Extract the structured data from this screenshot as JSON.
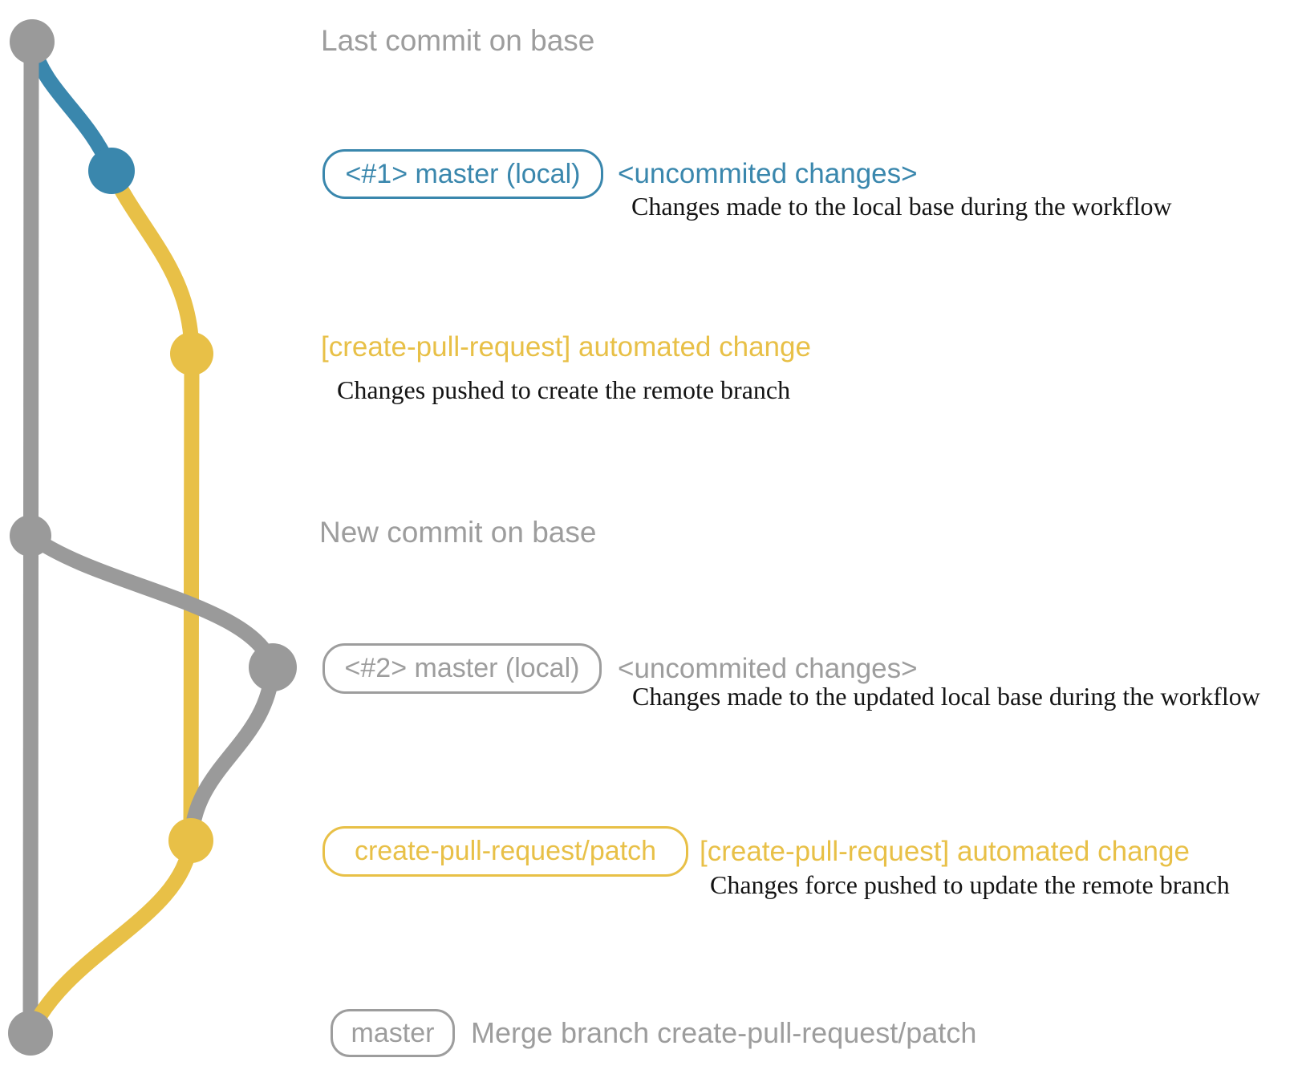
{
  "colors": {
    "gray": "#9a9a9a",
    "grayText": "#9d9d9d",
    "blue": "#3a87ad",
    "yellow": "#e8c047",
    "ink": "#141414",
    "background": "#ffffff"
  },
  "graph": {
    "branches": [
      {
        "name": "base",
        "color": "gray"
      },
      {
        "name": "master (local)",
        "color": "blue"
      },
      {
        "name": "create-pull-request/patch",
        "color": "yellow"
      }
    ],
    "commits": [
      {
        "name": "last-commit-on-base",
        "branch": "base",
        "color": "gray"
      },
      {
        "name": "uncommited-changes-1",
        "branch": "master (local)",
        "color": "blue"
      },
      {
        "name": "automated-change-1",
        "branch": "create-pull-request/patch",
        "color": "yellow"
      },
      {
        "name": "new-commit-on-base",
        "branch": "base",
        "color": "gray"
      },
      {
        "name": "uncommited-changes-2",
        "branch": "master (local)",
        "color": "gray"
      },
      {
        "name": "automated-change-2",
        "branch": "create-pull-request/patch",
        "color": "yellow"
      },
      {
        "name": "merge-commit",
        "branch": "base",
        "color": "gray"
      }
    ]
  },
  "annotations": {
    "lastCommit": "Last commit on base",
    "row1": {
      "badge": "<#1> master (local)",
      "title": "<uncommited changes>",
      "desc": "Changes made to the local base during the workflow"
    },
    "row2": {
      "title": "[create-pull-request] automated change",
      "desc": "Changes pushed to create the remote branch"
    },
    "newCommit": "New commit on base",
    "row3": {
      "badge": "<#2> master (local)",
      "title": "<uncommited changes>",
      "desc": "Changes made to the updated local base during the workflow"
    },
    "row4": {
      "badge": "create-pull-request/patch",
      "title": "[create-pull-request] automated change",
      "desc": "Changes force pushed to update the remote branch"
    },
    "row5": {
      "badge": "master",
      "title": "Merge branch create-pull-request/patch"
    }
  }
}
